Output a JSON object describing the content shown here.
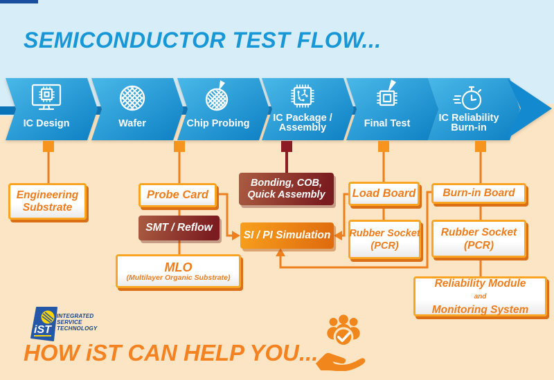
{
  "title": "SEMICONDUCTOR TEST FLOW...",
  "flow": {
    "stages": [
      {
        "icon": "monitor-chip-icon",
        "lines": [
          "IC Design"
        ]
      },
      {
        "icon": "wafer-icon",
        "lines": [
          "Wafer"
        ]
      },
      {
        "icon": "wafer-probe-icon",
        "lines": [
          "Chip Probing"
        ]
      },
      {
        "icon": "ic-package-icon",
        "lines": [
          "IC Package /",
          "Assembly"
        ]
      },
      {
        "icon": "chip-test-icon",
        "lines": [
          "Final Test"
        ]
      },
      {
        "icon": "stopwatch-icon",
        "lines": [
          "IC Reliability",
          "Burn-in"
        ]
      }
    ]
  },
  "boxes": {
    "engineering_substrate": {
      "lines": [
        "Engineering",
        "Substrate"
      ]
    },
    "probe_card": {
      "label": "Probe Card"
    },
    "smt_reflow": {
      "label": "SMT / Reflow"
    },
    "mlo": {
      "title": "MLO",
      "subtitle": "(Multilayer Organic Substrate)"
    },
    "bonding": {
      "lines": [
        "Bonding, COB,",
        "Quick Assembly"
      ]
    },
    "si_pi": {
      "label": "SI / PI Simulation"
    },
    "load_board": {
      "label": "Load Board"
    },
    "rubber_socket_test": {
      "lines": [
        "Rubber Socket",
        "(PCR)"
      ]
    },
    "burn_in_board": {
      "label": "Burn-in Board"
    },
    "rubber_socket_burnin": {
      "lines": [
        "Rubber Socket",
        "(PCR)"
      ]
    },
    "reliability_module": {
      "line1": "Reliability Module",
      "line2_small": "and",
      "line2_rest": "Monitoring System"
    }
  },
  "footer": {
    "logo_text": "iST",
    "logo_caption_lines": [
      "INTEGRATED",
      "SERVICE",
      "TECHNOLOGY"
    ],
    "headline": "HOW iST CAN HELP YOU..."
  },
  "colors": {
    "header_band": "#d7edf8",
    "background": "#fbe5c4",
    "title_blue": "#1797d6",
    "chevron_light": "#49b8e8",
    "chevron_dark": "#0d80c4",
    "shaft_blue": "#0b74b8",
    "arrowhead_blue": "#1389cf",
    "accent_orange": "#f7941d",
    "line_orange": "#ee7f1c",
    "dark_red": "#8c1c24",
    "box_text_orange": "#ee7c1b"
  }
}
